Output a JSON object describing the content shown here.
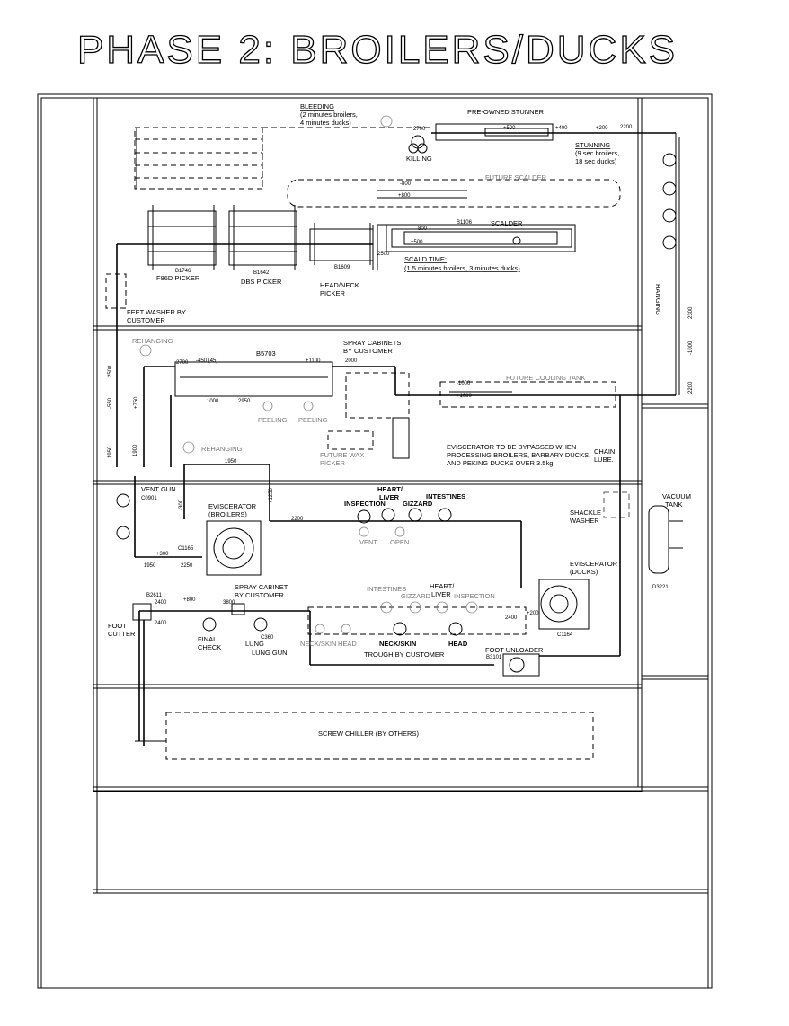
{
  "title": "PHASE 2: BROILERS/DUCKS",
  "labels": {
    "bleeding_1": "BLEEDING",
    "bleeding_2": "(2 minutes broilers,",
    "bleeding_3": "4 minutes ducks)",
    "pre_owned_stunner": "PRE-OWNED STUNNER",
    "killing": "KILLING",
    "stunning_1": "STUNNING",
    "stunning_2": "(9 sec broilers,",
    "stunning_3": "18 sec ducks)",
    "future_scalder": "FUTURE SCALDER",
    "scalder": "SCALDER",
    "scalder_code": "B1106",
    "scald_time_1": "SCALD TIME:",
    "scald_time_2": "(1.5 minutes broilers, 3 minutes ducks)",
    "hanging": "HANGING",
    "f86d_picker": "F86D PICKER",
    "f86d_code": "B1746",
    "dbs_picker": "DBS PICKER",
    "dbs_code": "B1642",
    "head_neck_picker_1": "HEAD/NECK",
    "head_neck_picker_2": "PICKER",
    "head_neck_code": "B1609",
    "feet_washer_1": "FEET WASHER BY",
    "feet_washer_2": "CUSTOMER",
    "rehanging_top": "REHANGING",
    "spray_cabinets_1": "SPRAY CABINETS",
    "spray_cabinets_2": "BY CUSTOMER",
    "b5703": "B5703",
    "future_cooling_tank": "FUTURE COOLING TANK",
    "peeling_1": "PEELING",
    "peeling_2": "PEELING",
    "rehanging_bottom": "REHANGING",
    "future_wax_1": "FUTURE WAX",
    "future_wax_2": "PICKER",
    "bypass_1": "EVISCERATOR TO BE BYPASSED WHEN",
    "bypass_2": "PROCESSING BROILERS, BARBARY DUCKS,",
    "bypass_3": "AND PEKING DUCKS OVER 3.5kg",
    "chain_lube_1": "CHAIN",
    "chain_lube_2": "LUBE.",
    "vent_gun": "VENT GUN",
    "c0901": "C0901",
    "eviscerator_broilers_1": "EVISCERATOR",
    "eviscerator_broilers_2": "(BROILERS)",
    "c1165": "C1165",
    "heart_liver_top_1": "HEART/",
    "heart_liver_top_2": "LIVER",
    "inspection_top": "INSPECTION",
    "gizzard_top": "GIZZARD",
    "intestines_top": "INTESTINES",
    "vent": "VENT",
    "open": "OPEN",
    "shackle_washer_1": "SHACKLE",
    "shackle_washer_2": "WASHER",
    "vacuum_tank_1": "VACUUM",
    "vacuum_tank_2": "TANK",
    "d3221": "D3221",
    "eviscerator_ducks_1": "EVISCERATOR",
    "eviscerator_ducks_2": "(DUCKS)",
    "c1164": "C1164",
    "b2611": "B2611",
    "spray_cabinet_1": "SPRAY CABINET",
    "spray_cabinet_2": "BY CUSTOMER",
    "intestines_bottom": "INTESTINES",
    "gizzard_bottom": "GIZZARD",
    "heart_liver_bottom_1": "HEART/",
    "heart_liver_bottom_2": "LIVER",
    "inspection_bottom": "INSPECTION",
    "foot_cutter_1": "FOOT",
    "foot_cutter_2": "CUTTER",
    "final_check_1": "FINAL",
    "final_check_2": "CHECK",
    "lung": "LUNG",
    "lung_code": "C360",
    "lung_gun": "LUNG GUN",
    "neck_skin_grey": "NECK/SKIN",
    "head_grey": "HEAD",
    "neck_skin": "NECK/SKIN",
    "head": "HEAD",
    "trough": "TROUGH BY CUSTOMER",
    "foot_unloader": "FOOT UNLOADER",
    "b3101": "B3101",
    "screw_chiller": "SCREW CHILLER (BY OTHERS)"
  },
  "dimensions": {
    "d2700_top": "2700",
    "d500": "+500",
    "d400": "+400",
    "d200_top": "+200",
    "d2200_top": "2200",
    "d800_neg": "-800",
    "d800": "+800",
    "d800_b": "800",
    "d500_scald": "+500",
    "d2500": "2500",
    "d1000_hang": "-1000",
    "d2200_hang": "2200",
    "d2300": "2300",
    "d2700_mid": "2700",
    "d450": "-450 (45)",
    "d1100": "+1100",
    "d2000": "2000",
    "d1000_mid": "1000",
    "d2950": "2950",
    "d1680": "+1680",
    "d1000_cool": "-1000",
    "d550": "-550",
    "d750": "+750",
    "d2500_left": "2500",
    "d1900": "1900",
    "d1950": "1950",
    "d1950_mid": "1950",
    "d300_neg": "-300",
    "d1250": "+1250",
    "d2200_ev": "2200",
    "d300": "+300",
    "d1950_b": "1950",
    "d2250": "2250",
    "d800_low": "+800",
    "d2400_a": "2400",
    "d2400_b": "2400",
    "d3800": "3800",
    "d200_low": "+200",
    "d2400_c": "2400"
  }
}
